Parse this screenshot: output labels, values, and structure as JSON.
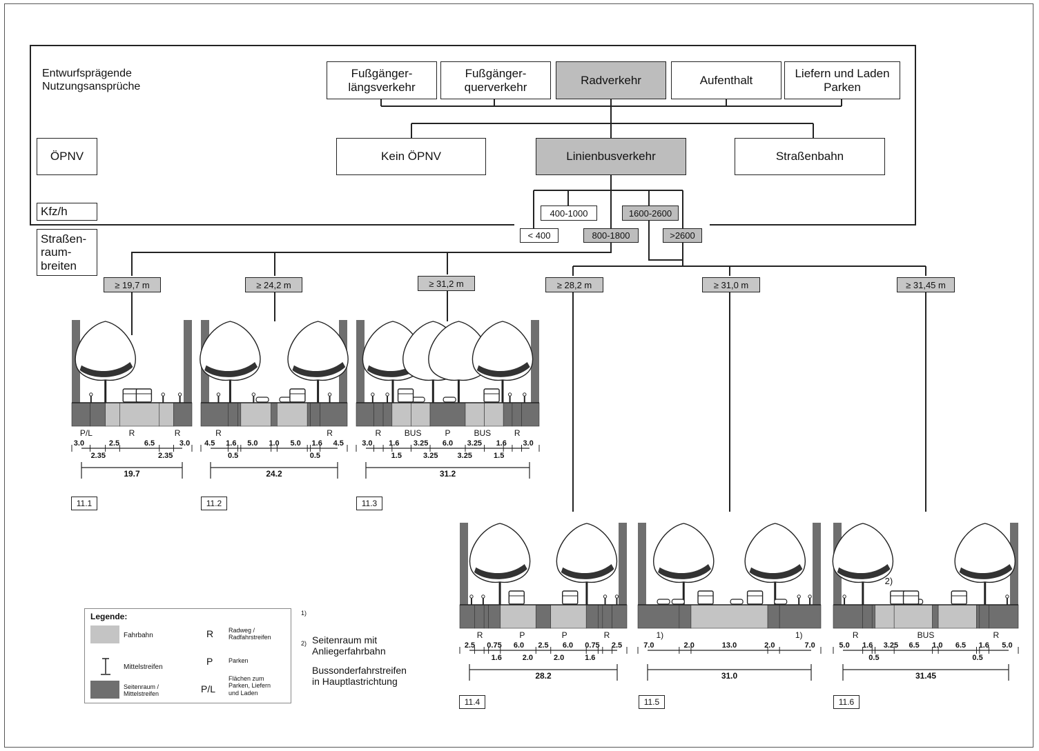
{
  "colors": {
    "roadway": "#c4c4c4",
    "sidespace": "#6f6f6f",
    "highlight": "#bdbdbd",
    "line": "#222222"
  },
  "header": {
    "label_usage": "Entwurfsprägende\nNutzungsansprüche",
    "usage_boxes": [
      "Fußgänger-\nlängsverkehr",
      "Fußgänger-\nquerverkehr",
      "Radverkehr",
      "Aufenthalt",
      "Liefern und Laden\nParken"
    ]
  },
  "opnv": {
    "label": "ÖPNV",
    "boxes": [
      "Kein ÖPNV",
      "Linienbusverkehr",
      "Straßenbahn"
    ]
  },
  "traffic": {
    "label": "Kfz/h",
    "values": [
      "< 400",
      "400-1000",
      "800-1800",
      "1600-2600",
      ">2600"
    ]
  },
  "widths": {
    "label": "Straßen-\nraum-\nbreiten",
    "values": [
      "≥ 19,7 m",
      "≥ 24,2 m",
      "≥ 31,2 m",
      "≥ 28,2 m",
      "≥ 31,0 m",
      "≥ 31,45 m"
    ]
  },
  "sections": [
    {
      "id": "11.1",
      "total": "19.7",
      "top_labels": [
        "P/L",
        "R",
        "R"
      ],
      "dims_top": [
        "3.0",
        "2.5",
        "6.5",
        "3.0"
      ],
      "dims_bottom": [
        "2.35",
        "2.35"
      ],
      "strips": [
        [
          "side",
          3.0
        ],
        [
          "side",
          2.5
        ],
        [
          "road",
          2.35
        ],
        [
          "road",
          6.5
        ],
        [
          "road",
          2.35
        ],
        [
          "side",
          3.0
        ]
      ]
    },
    {
      "id": "11.2",
      "total": "24.2",
      "top_labels": [
        "R",
        "R"
      ],
      "dims_top": [
        "4.5",
        "1.6",
        "5.0",
        "1.0",
        "5.0",
        "1.6",
        "4.5"
      ],
      "dims_bottom": [
        "0.5",
        "0.5"
      ],
      "strips": [
        [
          "side",
          4.5
        ],
        [
          "side",
          1.6
        ],
        [
          "side",
          0.5
        ],
        [
          "road",
          5.0
        ],
        [
          "side",
          1.0
        ],
        [
          "road",
          5.0
        ],
        [
          "side",
          0.5
        ],
        [
          "side",
          1.6
        ],
        [
          "side",
          4.5
        ]
      ]
    },
    {
      "id": "11.3",
      "total": "31.2",
      "top_labels": [
        "R",
        "BUS",
        "P",
        "BUS",
        "R"
      ],
      "dims_top": [
        "3.0",
        "1.6",
        "3.25",
        "6.0",
        "3.25",
        "1.6",
        "3.0"
      ],
      "dims_bottom": [
        "1.5",
        "3.25",
        "3.25",
        "1.5"
      ],
      "strips": [
        [
          "side",
          3.0
        ],
        [
          "side",
          1.6
        ],
        [
          "side",
          1.5
        ],
        [
          "road",
          3.25
        ],
        [
          "road",
          3.25
        ],
        [
          "side",
          6.0
        ],
        [
          "road",
          3.25
        ],
        [
          "road",
          3.25
        ],
        [
          "side",
          1.5
        ],
        [
          "side",
          1.6
        ],
        [
          "side",
          3.0
        ]
      ]
    },
    {
      "id": "11.4",
      "total": "28.2",
      "top_labels": [
        "R",
        "P",
        "P",
        "R"
      ],
      "dims_top": [
        "2.5",
        "0.75",
        "6.0",
        "2.5",
        "6.0",
        "0.75",
        "2.5"
      ],
      "dims_bottom": [
        "1.6",
        "2.0",
        "2.0",
        "1.6"
      ],
      "strips": [
        [
          "side",
          2.5
        ],
        [
          "side",
          1.6
        ],
        [
          "side",
          0.75
        ],
        [
          "side",
          2.0
        ],
        [
          "road",
          6.0
        ],
        [
          "side",
          2.5
        ],
        [
          "road",
          6.0
        ],
        [
          "side",
          2.0
        ],
        [
          "side",
          0.75
        ],
        [
          "side",
          1.6
        ],
        [
          "side",
          2.5
        ]
      ]
    },
    {
      "id": "11.5",
      "total": "31.0",
      "top_labels": [
        "1)",
        "1)"
      ],
      "dims_top": [
        "7.0",
        "2.0",
        "13.0",
        "2.0",
        "7.0"
      ],
      "dims_bottom": [],
      "strips": [
        [
          "side",
          7.0
        ],
        [
          "side",
          2.0
        ],
        [
          "road",
          13.0
        ],
        [
          "side",
          2.0
        ],
        [
          "side",
          7.0
        ]
      ]
    },
    {
      "id": "11.6",
      "total": "31.45",
      "top_labels": [
        "R",
        "BUS",
        "R"
      ],
      "dims_top": [
        "5.0",
        "1.6",
        "3.25",
        "6.5",
        "1.0",
        "6.5",
        "1.6",
        "5.0"
      ],
      "dims_bottom": [
        "0.5",
        "0.5"
      ],
      "strips": [
        [
          "side",
          5.0
        ],
        [
          "side",
          1.6
        ],
        [
          "side",
          0.5
        ],
        [
          "road",
          3.25
        ],
        [
          "road",
          6.5
        ],
        [
          "side",
          1.0
        ],
        [
          "road",
          6.5
        ],
        [
          "side",
          0.5
        ],
        [
          "side",
          1.6
        ],
        [
          "side",
          5.0
        ]
      ],
      "note_marker": "2)"
    }
  ],
  "legend": {
    "title": "Legende:",
    "items": [
      {
        "symbol": "",
        "text": "Fahrbahn"
      },
      {
        "symbol": "R",
        "text": "Radweg /\nRadfahrstreifen"
      },
      {
        "symbol": "",
        "text": "Mittelstreifen"
      },
      {
        "symbol": "P",
        "text": "Parken"
      },
      {
        "symbol": "",
        "text": "Seitenraum /\nMittelstreifen"
      },
      {
        "symbol": "P/L",
        "text": "Flächen zum\nParken, Liefern\nund Laden"
      }
    ]
  },
  "notes": [
    {
      "marker": "1)",
      "text": "Seitenraum mit\nAnliegerfahrbahn"
    },
    {
      "marker": "2)",
      "text": "Bussonderfahrstreifen\nin Hauptlastrichtung"
    }
  ]
}
